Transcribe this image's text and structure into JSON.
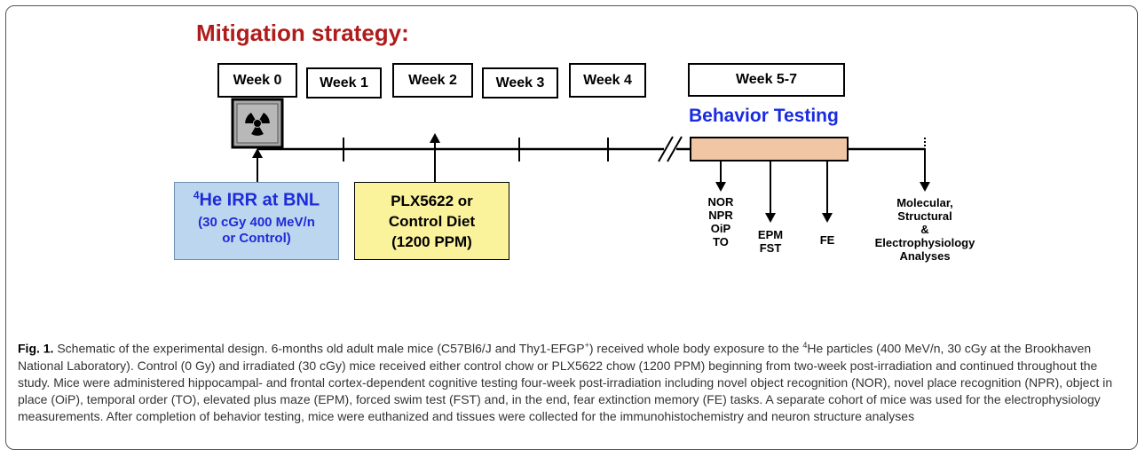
{
  "title": "Mitigation strategy:",
  "weeks": [
    "Week 0",
    "Week 1",
    "Week 2",
    "Week 3",
    "Week 4",
    "Week 5-7"
  ],
  "behavior_title": "Behavior Testing",
  "irr_box": {
    "isotope": "4",
    "title": "He IRR at BNL",
    "detail_1": "(30 cGy 400 MeV/n",
    "detail_2": "or Control)"
  },
  "diet_box": {
    "line_1": "PLX5622 or",
    "line_2": "Control Diet",
    "line_3": "(1200 PPM)"
  },
  "tests": {
    "group_1": [
      "NOR",
      "NPR",
      "OiP",
      "TO"
    ],
    "group_2": [
      "EPM",
      "FST"
    ],
    "group_3": [
      "FE"
    ],
    "analyses": [
      "Molecular,",
      "Structural",
      "&",
      "Electrophysiology",
      "Analyses"
    ]
  },
  "icon": "radiation-icon",
  "colors": {
    "title": "#b01c1c",
    "behavior": "#1a2be0",
    "irr_fill": "#bcd6ef",
    "diet_fill": "#fbf29c",
    "behavior_bar": "#f1c6a4"
  },
  "caption": {
    "label": "Fig. 1.",
    "seg1": " Schematic of the experimental design. 6-months old adult male mice (C57Bl6/J and Thy1-EFGP",
    "sup1": "+",
    "seg2": ") received whole body exposure to the ",
    "sup2": "4",
    "seg3": "He particles (400 MeV/n, 30 cGy at the Brookhaven National Laboratory). Control (0 Gy) and irradiated (30 cGy) mice received either control chow or PLX5622 chow (1200 PPM) beginning from two-week post-irradiation and continued throughout the study. Mice were administered hippocampal- and frontal cortex-dependent cognitive testing four-week post-irradiation including novel object recognition (NOR), novel place recognition (NPR), object in place (OiP), temporal order (TO), elevated plus maze (EPM), forced swim test (FST) and, in the end, fear extinction memory (FE) tasks. A separate cohort of mice was used for the electrophysiology measurements. After completion of behavior testing, mice were euthanized and tissues were collected for the immunohistochemistry and neuron structure analyses"
  }
}
